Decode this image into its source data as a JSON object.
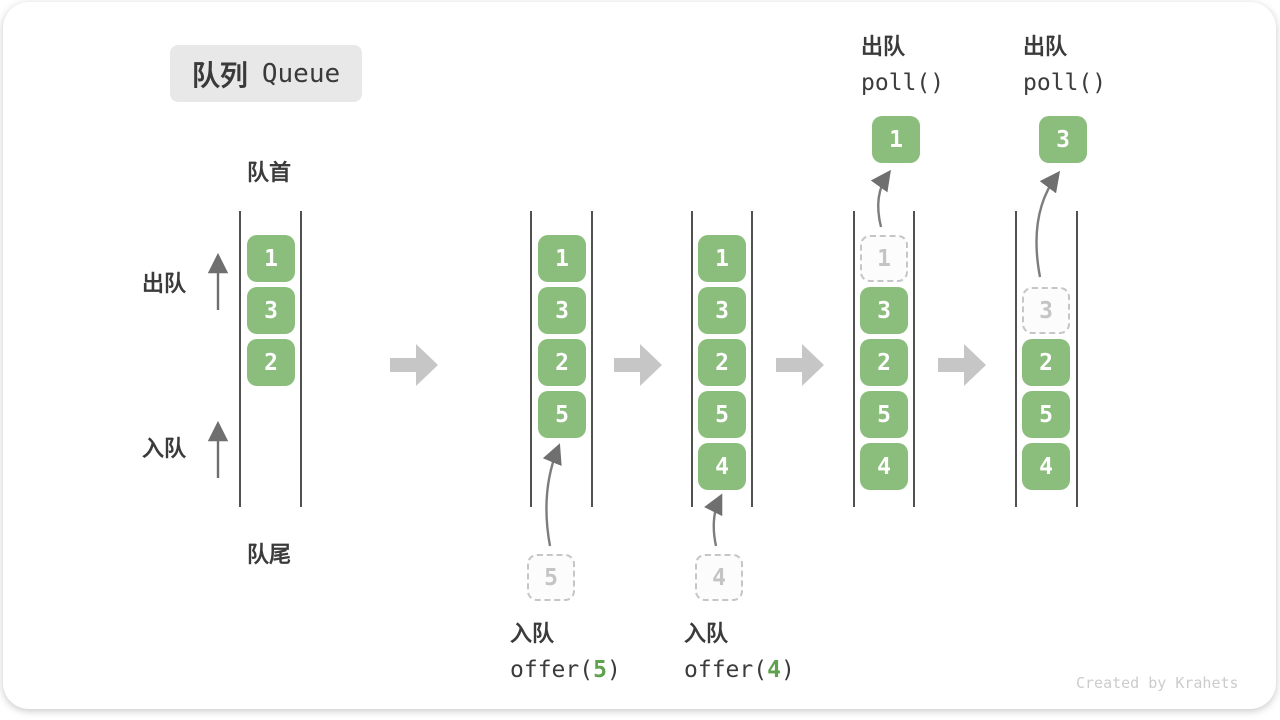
{
  "title": {
    "zh": "队列",
    "en": "Queue"
  },
  "front_label": "队首",
  "rear_label": "队尾",
  "side": {
    "dequeue": "出队",
    "enqueue": "入队"
  },
  "ops": {
    "offer5": {
      "cn": "入队",
      "fn": "offer(",
      "arg": "5",
      "close": ")"
    },
    "offer4": {
      "cn": "入队",
      "fn": "offer(",
      "arg": "4",
      "close": ")"
    },
    "poll1": {
      "cn": "出队",
      "fn": "poll()",
      "value": "1"
    },
    "poll2": {
      "cn": "出队",
      "fn": "poll()",
      "value": "3"
    }
  },
  "columns": {
    "c1": {
      "s0": "1",
      "s1": "3",
      "s2": "2"
    },
    "c2": {
      "s0": "1",
      "s1": "3",
      "s2": "2",
      "s3": "5"
    },
    "c3": {
      "s0": "1",
      "s1": "3",
      "s2": "2",
      "s3": "5",
      "s4": "4"
    },
    "c4": {
      "s0": "1",
      "s1": "3",
      "s2": "2",
      "s3": "5",
      "s4": "4"
    },
    "c5": {
      "s1": "3",
      "s2": "2",
      "s3": "5",
      "s4": "4"
    }
  },
  "watermark": "Created by Krahets",
  "colors": {
    "item_green": "#8BBD7C",
    "code_green": "#5FA14E",
    "block_arrow": "#c6c6c6",
    "wall_line": "#515151",
    "dashed_border": "#c6c6c6",
    "title_bg": "#e8e8e8",
    "text_dark": "#3b3b3b",
    "watermark_gray": "#cccccc"
  }
}
